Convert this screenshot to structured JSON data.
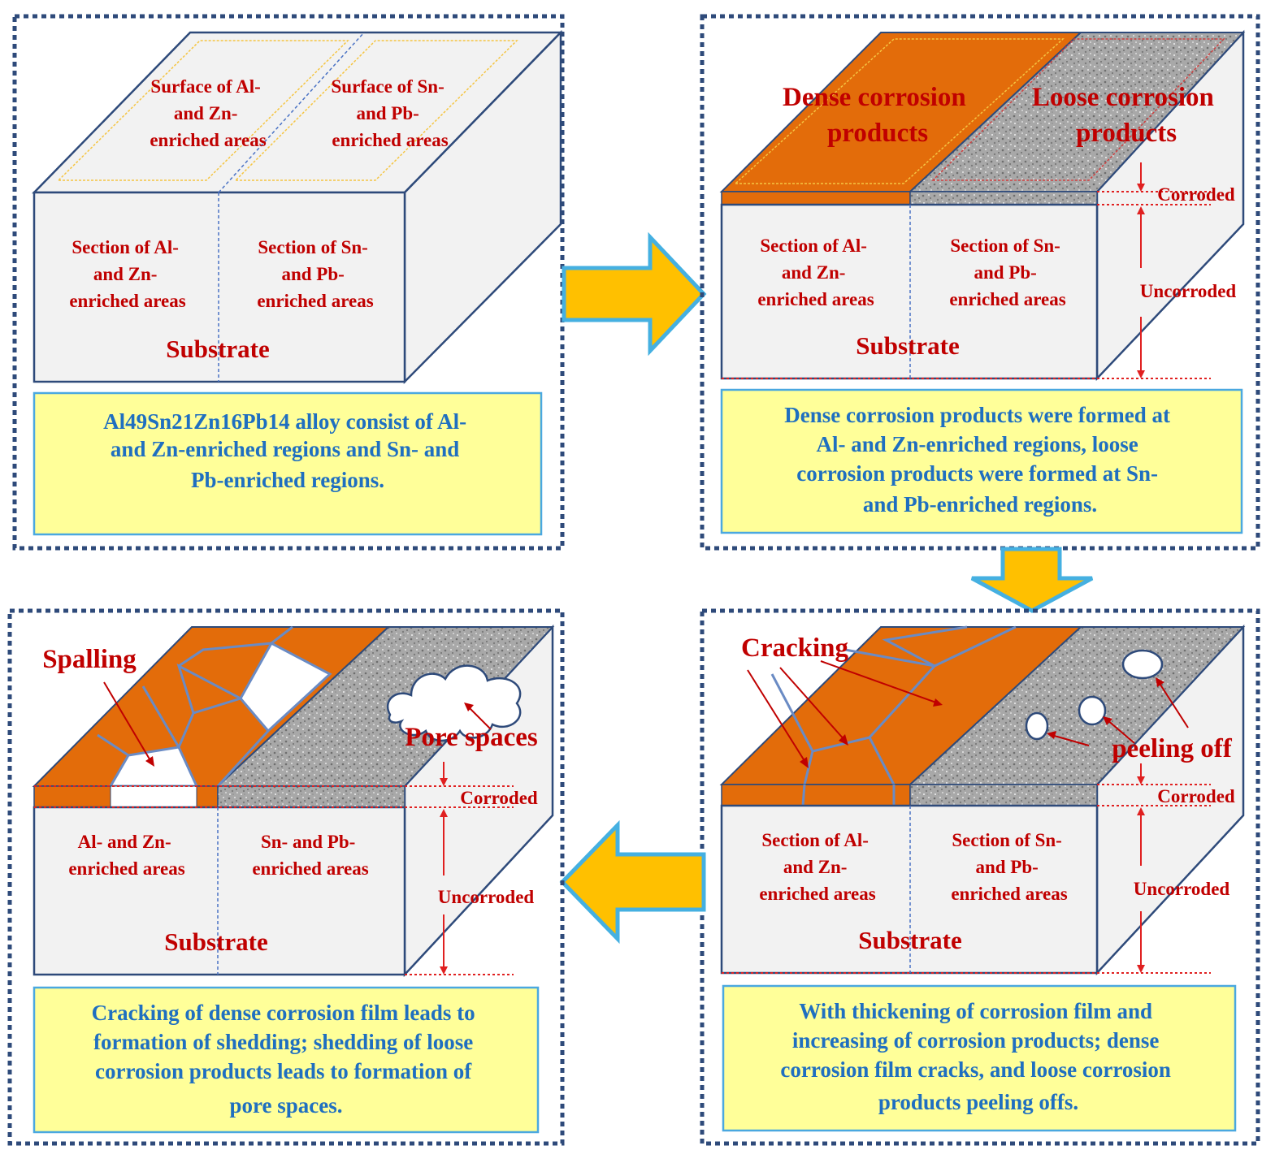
{
  "colors": {
    "frame": "#2e4a7a",
    "label_red": "#c00000",
    "caption_blue": "#1f6fc0",
    "caption_bg": "#ffff99",
    "caption_border": "#4aa8e0",
    "dense_orange": "#e36c0a",
    "loose_gray": "#a6a6a6",
    "block_face": "#f2f2f2",
    "arrow_fill": "#ffc000",
    "arrow_border": "#45b0e1"
  },
  "panel1": {
    "surface_left": [
      "Surface of Al-",
      "and Zn-",
      "enriched areas"
    ],
    "surface_right": [
      "Surface of Sn-",
      "and Pb-",
      "enriched areas"
    ],
    "section_left": [
      "Section of Al-",
      "and Zn-",
      "enriched areas"
    ],
    "section_right": [
      "Section of Sn-",
      "and Pb-",
      "enriched areas"
    ],
    "substrate": "Substrate",
    "caption": [
      "Al49Sn21Zn16Pb14 alloy consist of Al-",
      "and Zn-enriched regions and Sn- and",
      "Pb-enriched regions."
    ]
  },
  "panel2": {
    "dense": [
      "Dense corrosion",
      "products"
    ],
    "loose": [
      "Loose corrosion",
      "products"
    ],
    "corroded": "Corroded",
    "uncorroded": "Uncorroded",
    "section_left": [
      "Section of Al-",
      "and Zn-",
      "enriched areas"
    ],
    "section_right": [
      "Section of Sn-",
      "and Pb-",
      "enriched areas"
    ],
    "substrate": "Substrate",
    "caption": [
      "Dense corrosion products were formed at",
      "Al- and Zn-enriched regions, loose",
      "corrosion products were formed at Sn-",
      "and Pb-enriched regions."
    ]
  },
  "panel3": {
    "cracking": "Cracking",
    "peeling": "peeling off",
    "corroded": "Corroded",
    "uncorroded": "Uncorroded",
    "section_left": [
      "Section of Al-",
      "and Zn-",
      "enriched areas"
    ],
    "section_right": [
      "Section of Sn-",
      "and Pb-",
      "enriched areas"
    ],
    "substrate": "Substrate",
    "caption": [
      "With thickening of corrosion film and",
      "increasing of corrosion products; dense",
      "corrosion film cracks, and loose corrosion",
      "products peeling offs."
    ]
  },
  "panel4": {
    "spalling": "Spalling",
    "pore": "Pore spaces",
    "corroded": "Corroded",
    "uncorroded": "Uncorroded",
    "section_left": [
      "Al- and Zn-",
      "enriched areas"
    ],
    "section_right": [
      "Sn- and Pb-",
      "enriched areas"
    ],
    "substrate": "Substrate",
    "caption": [
      "Cracking of dense corrosion film leads to",
      "formation of shedding; shedding of loose",
      "corrosion products leads to formation of",
      "pore spaces."
    ]
  }
}
